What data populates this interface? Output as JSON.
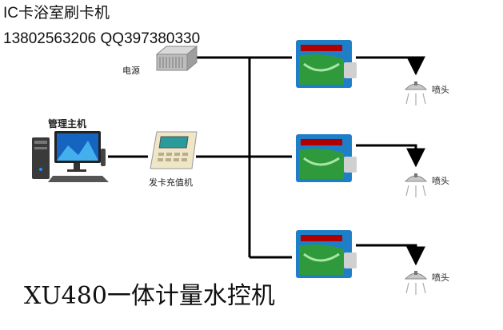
{
  "header": {
    "title": "IC卡浴室刷卡机",
    "contact": "13802563206 QQ397380330"
  },
  "nodes": {
    "power_supply_label": "电源",
    "host_label": "管理主机",
    "card_issuer_label": "发卡充值机",
    "nozzle_labels": [
      "喷头",
      "喷头",
      "喷头"
    ]
  },
  "footer": {
    "product_title": "XU480一体计量水控机"
  },
  "colors": {
    "line": "#000000",
    "controller_body": "#1e7fc8",
    "controller_panel": "#2e9a3c",
    "display": "#b00000",
    "nozzle": "#c8c8c8"
  },
  "icons": [
    "power-supply-icon",
    "computer-icon",
    "card-reader-icon",
    "water-controller-icon",
    "shower-head-icon"
  ]
}
